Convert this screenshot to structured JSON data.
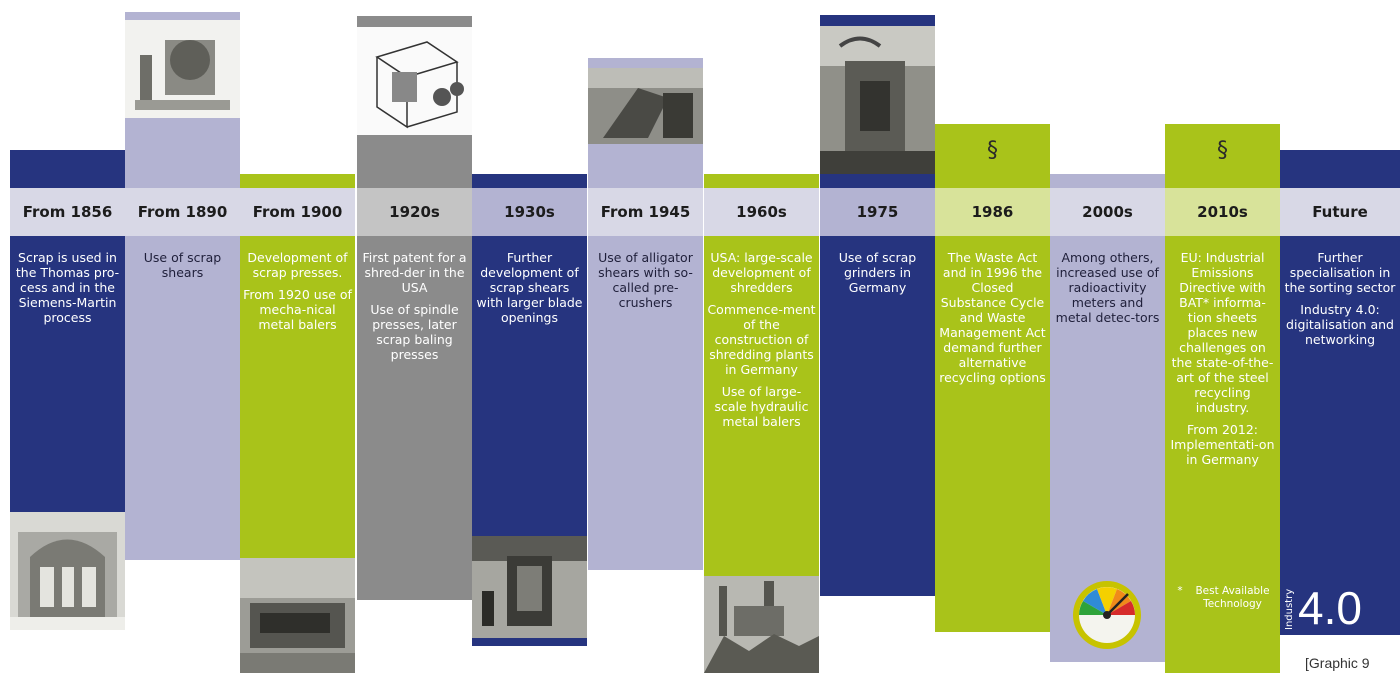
{
  "colors": {
    "navy": "#26347f",
    "lavender": "#b3b3d2",
    "lime": "#a9c31a",
    "gray": "#8b8b8b",
    "band": "#d8d8e6"
  },
  "columns": [
    {
      "id": "1856",
      "year": "From 1856",
      "texts": [
        "Scrap is used in the Thomas pro-cess and in the Siemens-Martin process"
      ]
    },
    {
      "id": "1890",
      "year": "From 1890",
      "texts": [
        "Use of scrap shears"
      ]
    },
    {
      "id": "1900",
      "year": "From 1900",
      "texts": [
        "Development of scrap presses.",
        "From 1920 use of mecha-nical metal balers"
      ]
    },
    {
      "id": "1920s",
      "year": "1920s",
      "texts": [
        "First patent for a shred-der in the USA",
        "Use of spindle presses, later scrap baling presses"
      ]
    },
    {
      "id": "1930s",
      "year": "1930s",
      "texts": [
        "Further development of scrap shears with larger blade openings"
      ]
    },
    {
      "id": "1945",
      "year": "From 1945",
      "texts": [
        "Use of alligator shears with so-called pre-crushers"
      ]
    },
    {
      "id": "1960s",
      "year": "1960s",
      "texts": [
        "USA: large-scale development of shredders",
        "Commence-ment of the construction of shredding plants in Germany",
        "Use of large-scale hydraulic metal balers"
      ]
    },
    {
      "id": "1975",
      "year": "1975",
      "texts": [
        "Use of scrap grinders in Germany"
      ]
    },
    {
      "id": "1986",
      "year": "1986",
      "section": "§",
      "texts": [
        "The Waste Act and in 1996 the Closed Substance Cycle and Waste Management Act demand further alternative recycling options"
      ]
    },
    {
      "id": "2000s",
      "year": "2000s",
      "texts": [
        "Among others, increased use of radioactivity meters and metal detec-tors"
      ]
    },
    {
      "id": "2010s",
      "year": "2010s",
      "section": "§",
      "texts": [
        "EU: Industrial Emissions Directive with BAT* informa-tion sheets places new challenges on the state-of-the-art of the steel recycling industry.",
        "From 2012: Implementati-on in Germany"
      ],
      "footnote": {
        "star": "*",
        "text": "Best Available Technology"
      }
    },
    {
      "id": "future",
      "year": "Future",
      "texts": [
        "Further specialisation in the sorting sector",
        "Industry 4.0: digitalisation and networking"
      ],
      "industry_label": "Industry",
      "industry_big": "4.0"
    }
  ],
  "caption": "[Graphic 9"
}
